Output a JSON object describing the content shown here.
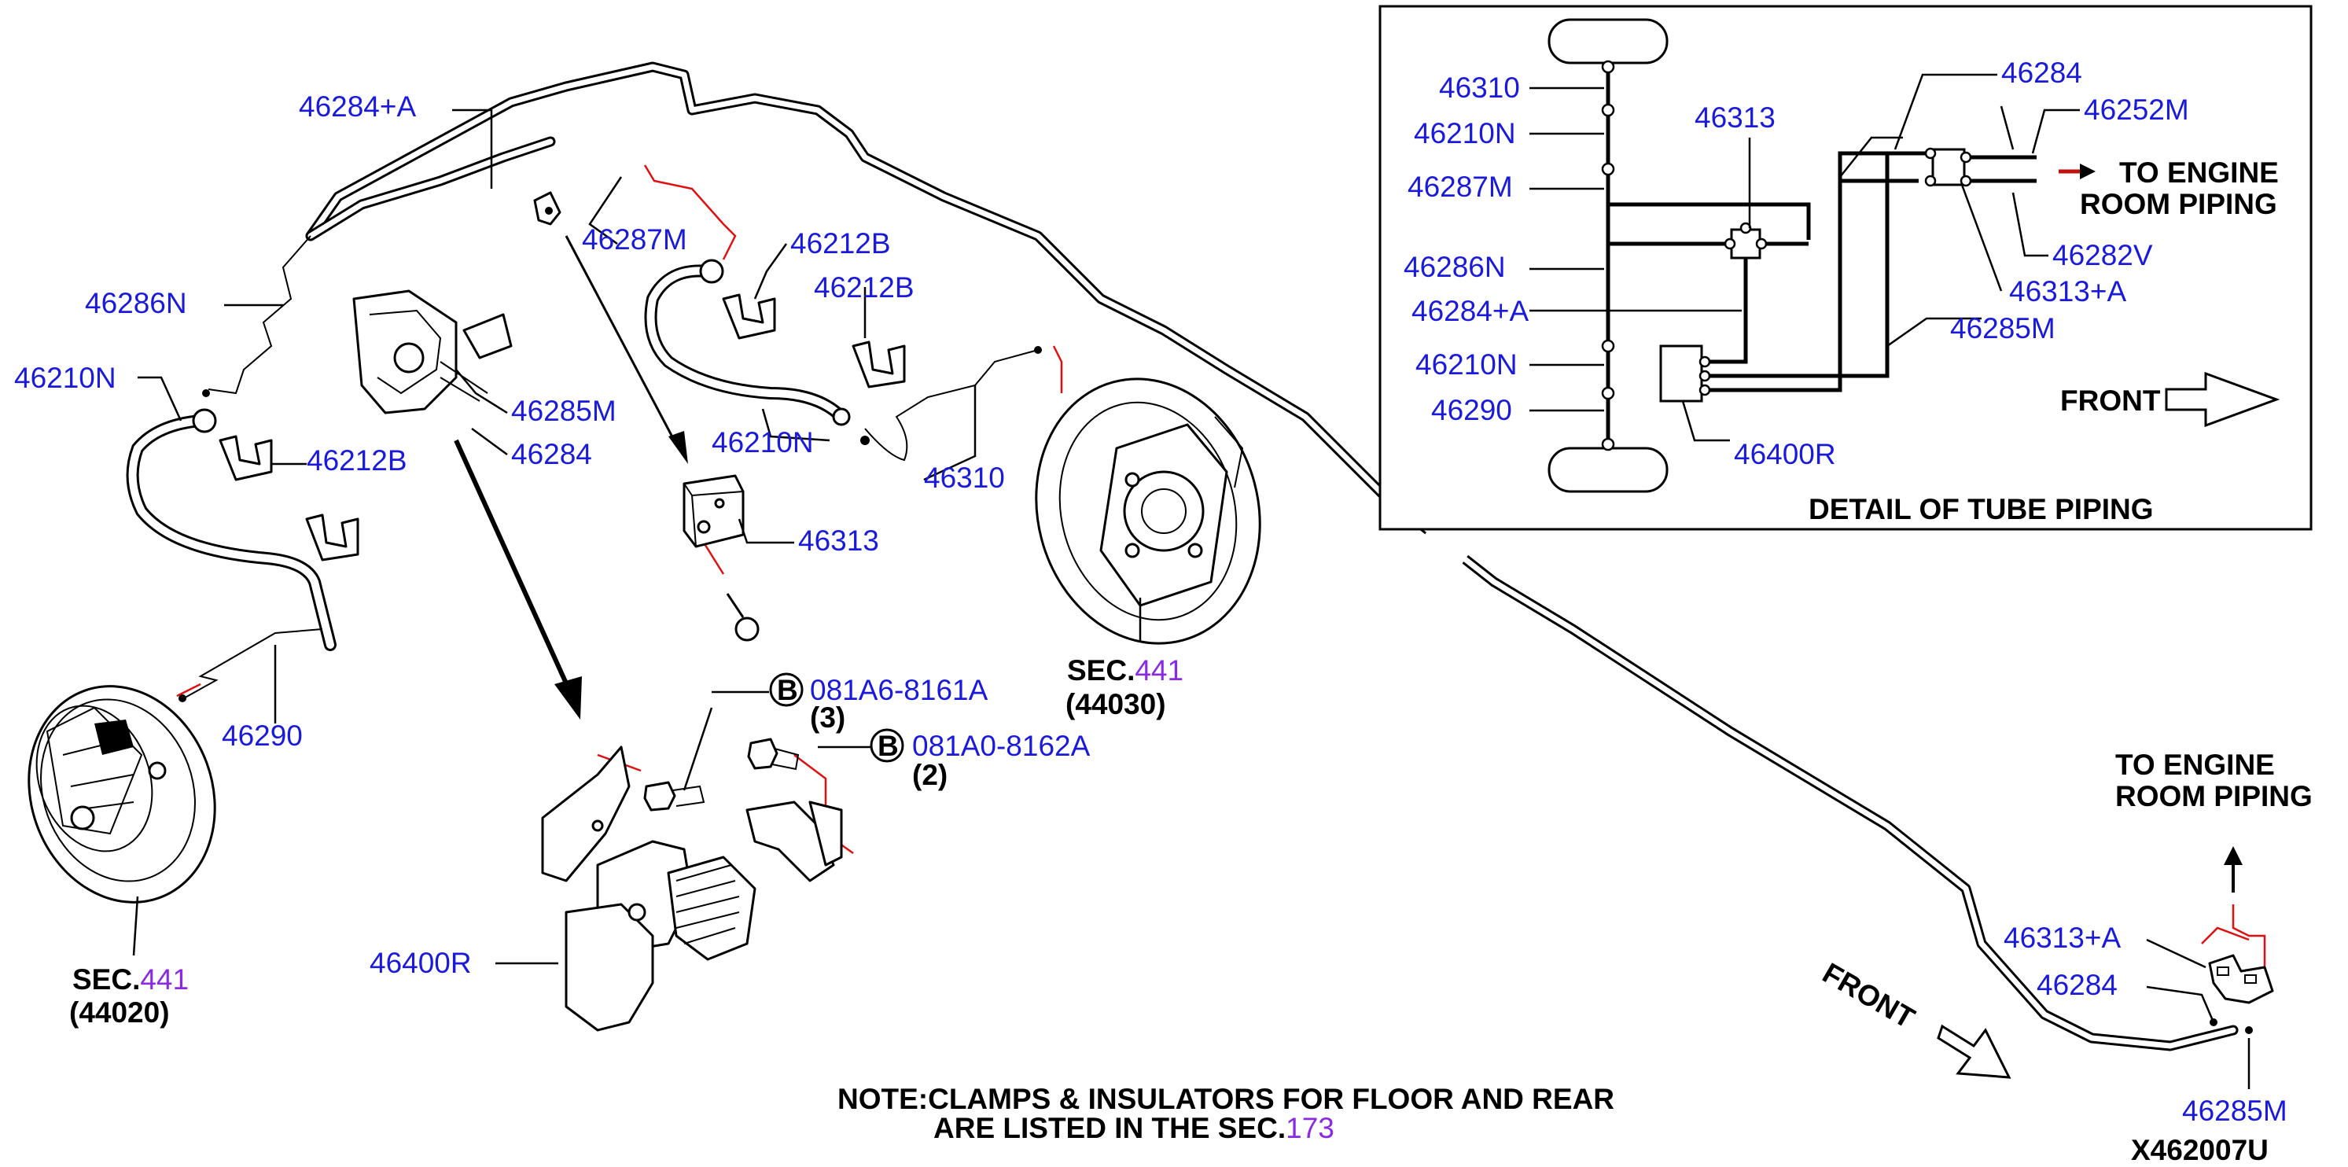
{
  "main": {
    "labels": {
      "p46284_a_top": "46284+A",
      "p46287m": "46287M",
      "p46212b_1": "46212B",
      "p46212b_2": "46212B",
      "p46212b_3": "46212B",
      "p46286n": "46286N",
      "p46210n_left": "46210N",
      "p46285m": "46285M",
      "p46284": "46284",
      "p46210n_mid": "46210N",
      "p46310": "46310",
      "p46313": "46313",
      "p46290": "46290",
      "p46400r": "46400R",
      "bolt1": "081A6-8161A",
      "bolt1_qty": "(3)",
      "bolt2": "081A0-8162A",
      "bolt2_qty": "(2)",
      "bolt_badge": "B",
      "sec_left": "SEC.",
      "sec_left_num": "441",
      "sec_left_code": "(44020)",
      "sec_mid": "SEC.",
      "sec_mid_num": "441",
      "sec_mid_code": "(44030)",
      "note_line1": "NOTE:CLAMPS & INSULATORS FOR FLOOR AND REAR",
      "note_line2": "ARE LISTED IN THE SEC.",
      "note_sec_num": "173",
      "front_bottom": "FRONT",
      "to_engine_br_1": "TO ENGINE",
      "to_engine_br_2": "ROOM PIPING",
      "p46313a_br": "46313+A",
      "p46284_br": "46284",
      "p46285m_br": "46285M",
      "diagram_code": "X462007U"
    }
  },
  "detail": {
    "title": "DETAIL OF TUBE PIPING",
    "front": "FRONT",
    "to_engine_1": "TO ENGINE",
    "to_engine_2": "ROOM PIPING",
    "labels": {
      "p46310": "46310",
      "p46210n_top": "46210N",
      "p46287m": "46287M",
      "p46286n": "46286N",
      "p46284a": "46284+A",
      "p46210n_bot": "46210N",
      "p46290": "46290",
      "p46313": "46313",
      "p46284": "46284",
      "p46252m": "46252M",
      "p46282v": "46282V",
      "p46313a": "46313+A",
      "p46285m": "46285M",
      "p46400r": "46400R"
    }
  },
  "colors": {
    "part_number": "#1a1adc",
    "section_number": "#8a2be2",
    "red_guide": "#e01010",
    "line": "#000000"
  }
}
